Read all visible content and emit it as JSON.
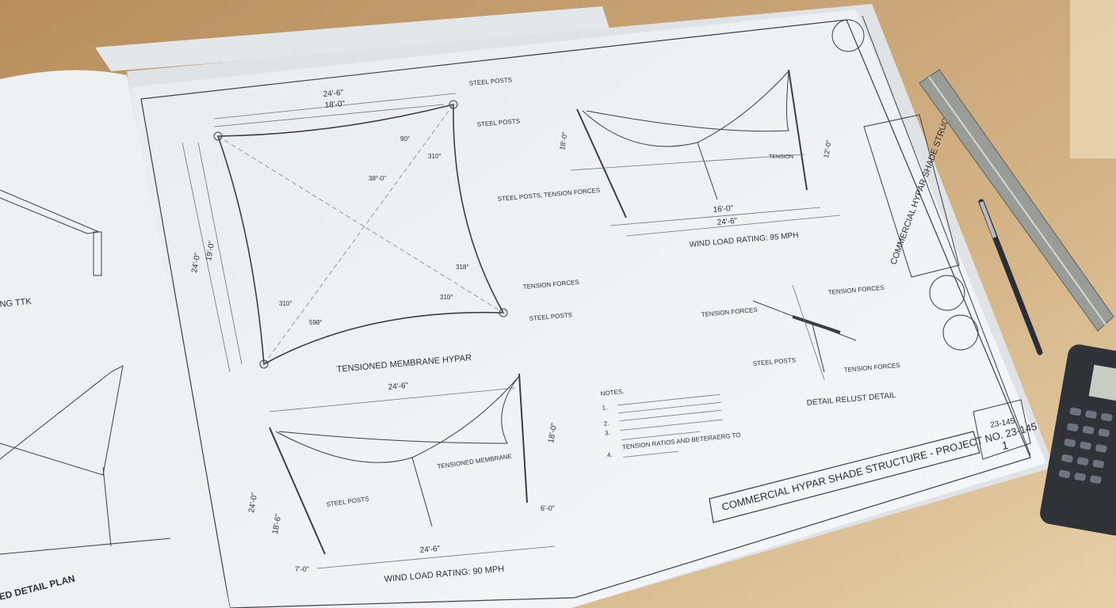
{
  "colors": {
    "desk": "#c9a97c",
    "paper": "#f1f3f5",
    "ink": "#2b2f36"
  },
  "sheet": {
    "plan": {
      "dim_top_outer": "24'-6\"",
      "dim_top_inner": "18'-0\"",
      "dim_left_outer": "24'-0\"",
      "dim_left_inner": "19'-0\"",
      "callout_top": "STEEL POSTS",
      "callout_right": "STEEL POSTS",
      "callout_mid": "STEEL POSTS, TENSION FORCES",
      "callout_tension": "TENSION FORCES",
      "callout_bottom": "STEEL POSTS",
      "angles": [
        "90°",
        "310°",
        "38°-0\"",
        "310°",
        "318°",
        "310°",
        "598°"
      ],
      "title": "TENSIONED MEMBRANE HYPAR"
    },
    "elevation_top": {
      "dim_bottom_inner": "16'-0\"",
      "dim_bottom_outer": "24'-6\"",
      "dim_left": "18'-0\"",
      "dim_right": "12'-0\"",
      "label": "TENSION",
      "title": "WIND LOAD RATING: 95 MPH"
    },
    "detail": {
      "tension_left": "TENSION FORCES",
      "tension_right": "TENSION FORCES",
      "steel_posts": "STEEL POSTS",
      "tension_lower": "TENSION FORCES",
      "title": "DETAIL RELUST DETAIL"
    },
    "notes": {
      "heading": "NOTES.",
      "items": [
        "1.",
        "2.",
        "3.",
        "4."
      ],
      "last_line": "TENSION RATIOS AND BETERAERG TO"
    },
    "elevation_bottom": {
      "dim_top": "24'-6\"",
      "dim_bottom": "24'-6\"",
      "dim_left_outer": "24'-0\"",
      "dim_left_inner": "18'-6\"",
      "dim_right": "18'-0\"",
      "dim_post": "7'-0\"",
      "dim_offset": "6'-0\"",
      "membrane": "TENSIONED MEMBRANE",
      "steel_posts": "STEEL POSTS",
      "title": "WIND LOAD RATING: 90 MPH"
    },
    "title_block": {
      "project_title": "COMMERCIAL HYPAR SHADE STRUCTURE - PROJECT NO. 23-145",
      "vertical_title": "COMMERCIAL HYPAR SHADE STRUCTURE",
      "project_no": "23-145",
      "sheet_no": "1"
    }
  },
  "left_page": {
    "label": "ED DETAIL PLAN",
    "label_mid": "NG TTK"
  }
}
